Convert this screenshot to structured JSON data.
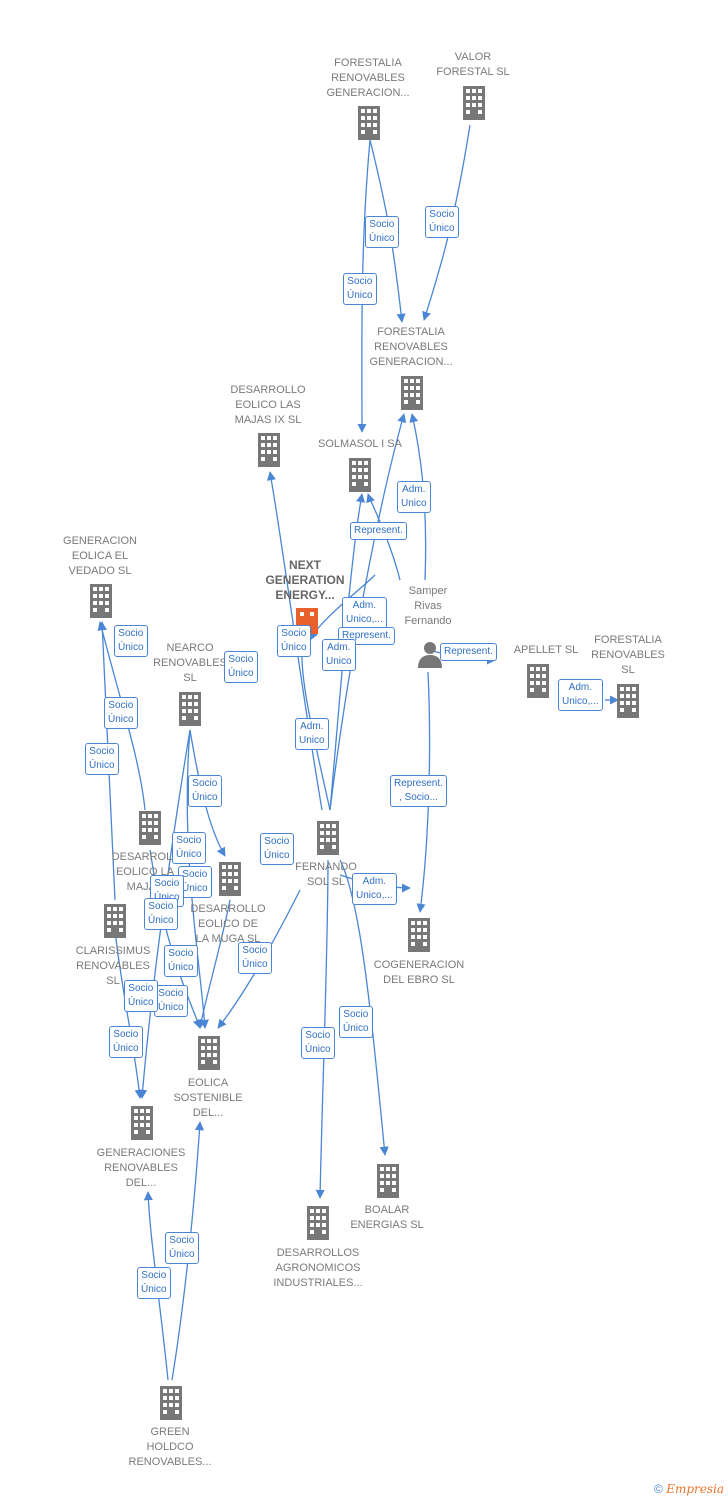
{
  "nodes": {
    "forestalia_gen_top": "FORESTALIA\nRENOVABLES\nGENERACION...",
    "valor_forestal": "VALOR\nFORESTAL SL",
    "forestalia_gen_mid": "FORESTALIA\nRENOVABLES\nGENERACION...",
    "desarrollo_majas_ix": "DESARROLLO\nEOLICO LAS\nMAJAS IX  SL",
    "solmasol": "SOLMASOL I SA",
    "generacion_vedado": "GENERACION\nEOLICA EL\nVEDADO SL",
    "next_generation": "NEXT\nGENERATION\nENERGY...",
    "samper": "Samper\nRivas\nFernando",
    "nearco": "NEARCO\nRENOVABLES\nSL",
    "capellet": "APELLET  SL",
    "forestalia_sl": "FORESTALIA\nRENOVABLES\nSL",
    "desarrollo_majas": "DESARROLL\nEOLICO LA\nMAJAS",
    "fernando_sol": "FERNANDO\nSOL SL",
    "desarrollo_muga": "DESARROLLO\nEOLICO DE\nLA MUGA SL",
    "clarissimus": "CLARISSIMUS\nRENOVABLES\nSL",
    "cogeneracion": "COGENERACION\nDEL EBRO  SL",
    "eolica_sostenible": "EOLICA\nSOSTENIBLE\nDEL...",
    "generaciones_renovables": "GENERACIONES\nRENOVABLES\nDEL...",
    "boalar": "BOALAR\nENERGIAS  SL",
    "desarrollos_agronomicos": "DESARROLLOS\nAGRONOMICOS\nINDUSTRIALES...",
    "green_holdco": "GREEN\nHOLDCO\nRENOVABLES..."
  },
  "edges": {
    "e1": "Socio\nÚnico",
    "e2": "Socio\nÚnico",
    "e3": "Socio\nÚnico",
    "e4": "Adm.\nUnico",
    "e5": "Represent.",
    "e6": "Adm.\nUnico,...",
    "e7": "Represent.",
    "e8": "Socio\nÚnico",
    "e9": "Adm.\nUnico",
    "e10": "Represent.",
    "e11": "Socio\nÚnico",
    "e12": "Socio\nÚnico",
    "e13": "Adm.\nUnico,...",
    "e14": "Socio\nÚnico",
    "e15": "Socio\nÚnico",
    "e16": "Adm.\nUnico",
    "e17": "Socio\nÚnico",
    "e18": "Represent.\n, Socio...",
    "e19": "Socio\nÚnico",
    "e20": "Socio\nÚnico",
    "e21": "Socio\nÚnico",
    "e22": "Adm.\nUnico,...",
    "e23": "Socio\nÚnico",
    "e24": "Socio\nÚnico",
    "e25": "Socio\nÚnico",
    "e26": "Socio\nÚnico",
    "e27": "Socio\nÚnico",
    "e28": "Socio\nÚnico",
    "e29": "Socio\nÚnico",
    "e30": "Socio\nÚnico",
    "e31": "Socio\nÚnico",
    "e32": "Socio\nÚnico",
    "e33": "Socio\nÚnico",
    "e34": "Socio\nÚnico"
  },
  "footer": {
    "copyright": "©",
    "brand": "Empresia"
  },
  "colors": {
    "edge": "#4a86d4",
    "building": "#777777",
    "focus": "#e8602c"
  }
}
